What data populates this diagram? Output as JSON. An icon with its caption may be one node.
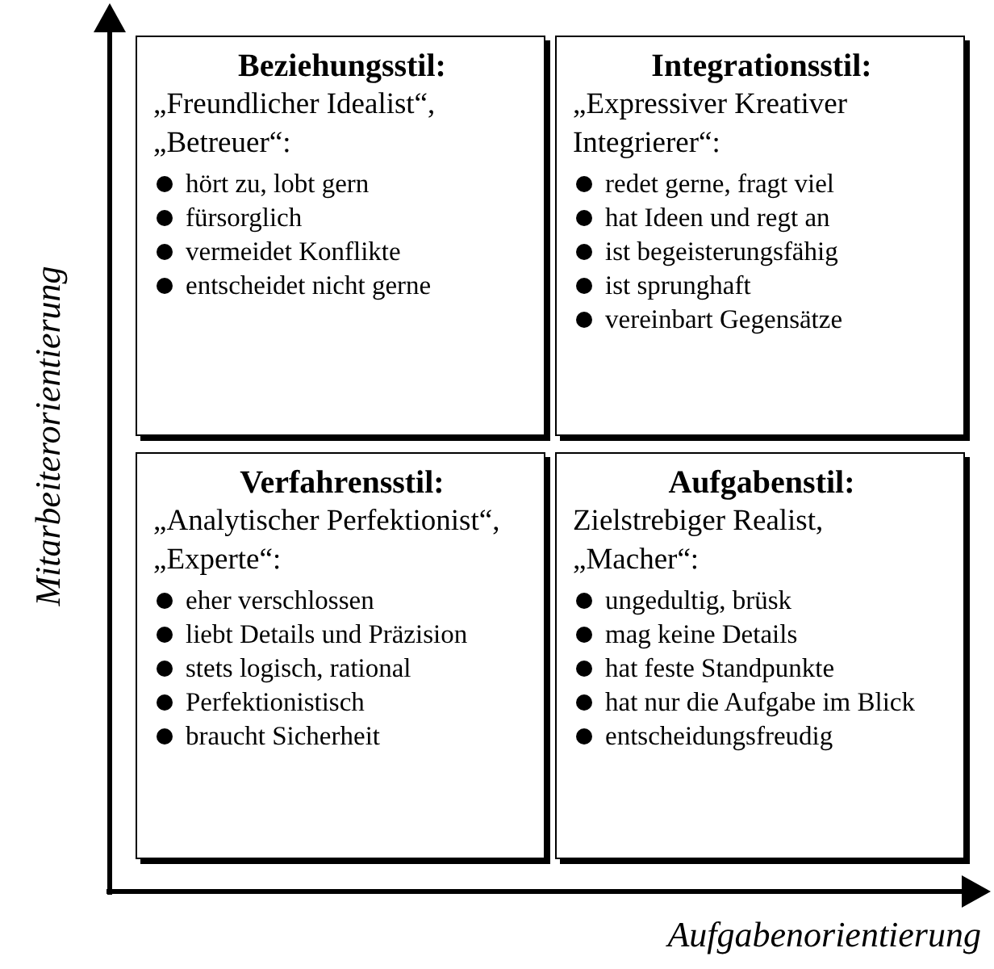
{
  "diagram": {
    "nodes": [
      {
        "text": [
          "Beziehungsstil:",
          "„Freundlicher Idealist“, „Betreuer“:",
          "hört zu, lobt gern",
          "fürsorglich",
          "vermeidet Konflikte",
          "entscheidet nicht gerne"
        ]
      },
      {
        "text": [
          "Integrationsstil:",
          "„Expressiver Kreativer Integrierer“:",
          "redet gerne, fragt viel",
          "hat Ideen und regt an",
          "ist begeisterungsfähig",
          "ist sprunghaft",
          "vereinbart Gegensätze"
        ]
      },
      {
        "text": [
          "Verfahrensstil:",
          "„Analytischer Perfektionist“, „Experte“:",
          "eher verschlossen",
          "liebt Details und Präzision",
          "stets logisch, rational",
          "Perfektionistisch",
          "braucht Sicherheit"
        ]
      },
      {
        "text": [
          "Aufgabenstil:",
          "Zielstrebiger Realist, „Macher“:",
          "ungedultig, brüsk",
          "mag keine Details",
          "hat feste Standpunkte",
          "hat nur die Aufgabe im Blick",
          "entscheidungsfreudig"
        ]
      }
    ],
    "edges": [],
    "labels": [
      "Mitarbeiterorientierung",
      "Aufgabenorientierung"
    ]
  }
}
